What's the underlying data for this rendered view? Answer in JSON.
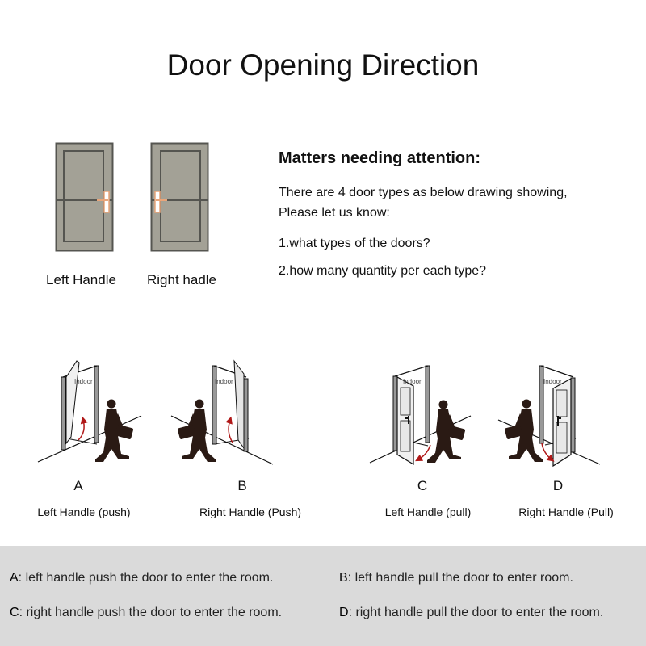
{
  "title": "Door Opening Direction",
  "handle_doors": [
    {
      "label": "Left Handle",
      "handle_side": "right"
    },
    {
      "label": "Right hadle",
      "handle_side": "left"
    }
  ],
  "attention": {
    "heading": "Matters needing attention:",
    "line1": "There are 4 door types as below drawing showing,",
    "line2": "Please let us know:",
    "q1": "1.what types of the doors?",
    "q2": "2.how many quantity per each type?"
  },
  "scenes": [
    {
      "letter": "A",
      "caption": "Left Handle (push)",
      "indoor": "Indoor"
    },
    {
      "letter": "B",
      "caption": "Right Handle (Push)",
      "indoor": "Indoor"
    },
    {
      "letter": "C",
      "caption": "Left Handle (pull)",
      "indoor": "Indoor"
    },
    {
      "letter": "D",
      "caption": "Right Handle (Pull)",
      "indoor": "Indoor"
    }
  ],
  "legend": [
    {
      "key": "A",
      "text": ": left handle push the door to enter the room."
    },
    {
      "key": "B",
      "text": ": left handle pull the door to enter room."
    },
    {
      "key": "C",
      "text": ": right handle push the door to enter the room."
    },
    {
      "key": "D",
      "text": ": right handle pull the door to enter the room."
    }
  ],
  "colors": {
    "door": "#a3a196",
    "door_border": "#555550",
    "handle": "#e8a57a",
    "arrow": "#b01818",
    "band": "#dadada"
  }
}
